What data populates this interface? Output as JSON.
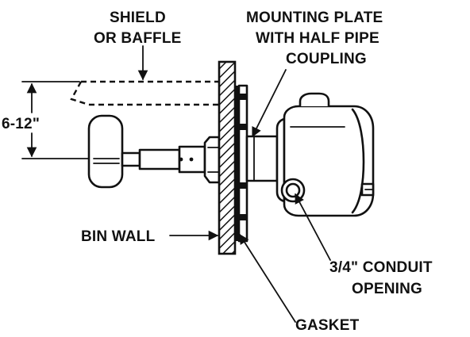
{
  "labels": {
    "shield_line1": "SHIELD",
    "shield_line2": "OR BAFFLE",
    "mount_line1": "MOUNTING PLATE",
    "mount_line2": "WITH HALF PIPE",
    "mount_line3": "COUPLING",
    "dimension": "6-12\"",
    "bin_wall": "BIN WALL",
    "conduit_line1": "3/4\" CONDUIT",
    "conduit_line2": "OPENING",
    "gasket": "GASKET"
  }
}
